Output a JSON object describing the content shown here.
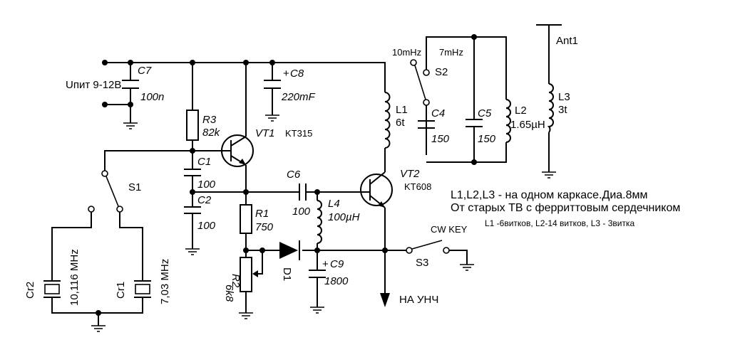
{
  "supply": {
    "label": "Uпит 9-12В"
  },
  "C7": {
    "name": "C7",
    "value": "100n"
  },
  "C8": {
    "name": "C8",
    "value": "220mF",
    "plus": "+"
  },
  "R3": {
    "name": "R3",
    "value": "82k"
  },
  "VT1": {
    "name": "VT1",
    "type": "KT315"
  },
  "C1": {
    "name": "C1",
    "value": "100"
  },
  "C2": {
    "name": "C2",
    "value": "100"
  },
  "S1": {
    "name": "S1"
  },
  "Cr1": {
    "name": "Cr1",
    "value": "7,03 MHz"
  },
  "Cr2": {
    "name": "Cr2",
    "value": "10,116 MHz"
  },
  "R1": {
    "name": "R1",
    "value": "750"
  },
  "R2": {
    "name": "R2",
    "value": "6k8"
  },
  "C6": {
    "name": "C6",
    "value": "100"
  },
  "L4": {
    "name": "L4",
    "value": "100µH"
  },
  "D1": {
    "name": "D1"
  },
  "C9": {
    "name": "C9",
    "value": "1800",
    "plus": "+"
  },
  "VT2": {
    "name": "VT2",
    "type": "KT608"
  },
  "L1": {
    "name": "L1",
    "value": "6t"
  },
  "S2": {
    "name": "S2",
    "pos1": "10mHz",
    "pos2": "7mHz"
  },
  "C4": {
    "name": "C4",
    "value": "150"
  },
  "C5": {
    "name": "C5",
    "value": "150"
  },
  "L2": {
    "name": "L2",
    "value": "1.65µH"
  },
  "L3": {
    "name": "L3",
    "value": "3t"
  },
  "Ant1": {
    "name": "Ant1"
  },
  "S3": {
    "name": "S3",
    "label": "CW KEY"
  },
  "output": {
    "label": "НА УНЧ"
  },
  "notes": {
    "line1": "L1,L2,L3 - на одном каркасе.Диа.8мм",
    "line2": "От старых ТВ с ферриттовым сердечником",
    "line3": "L1 -6витков, L2-14 витков, L3 - 3витка"
  }
}
